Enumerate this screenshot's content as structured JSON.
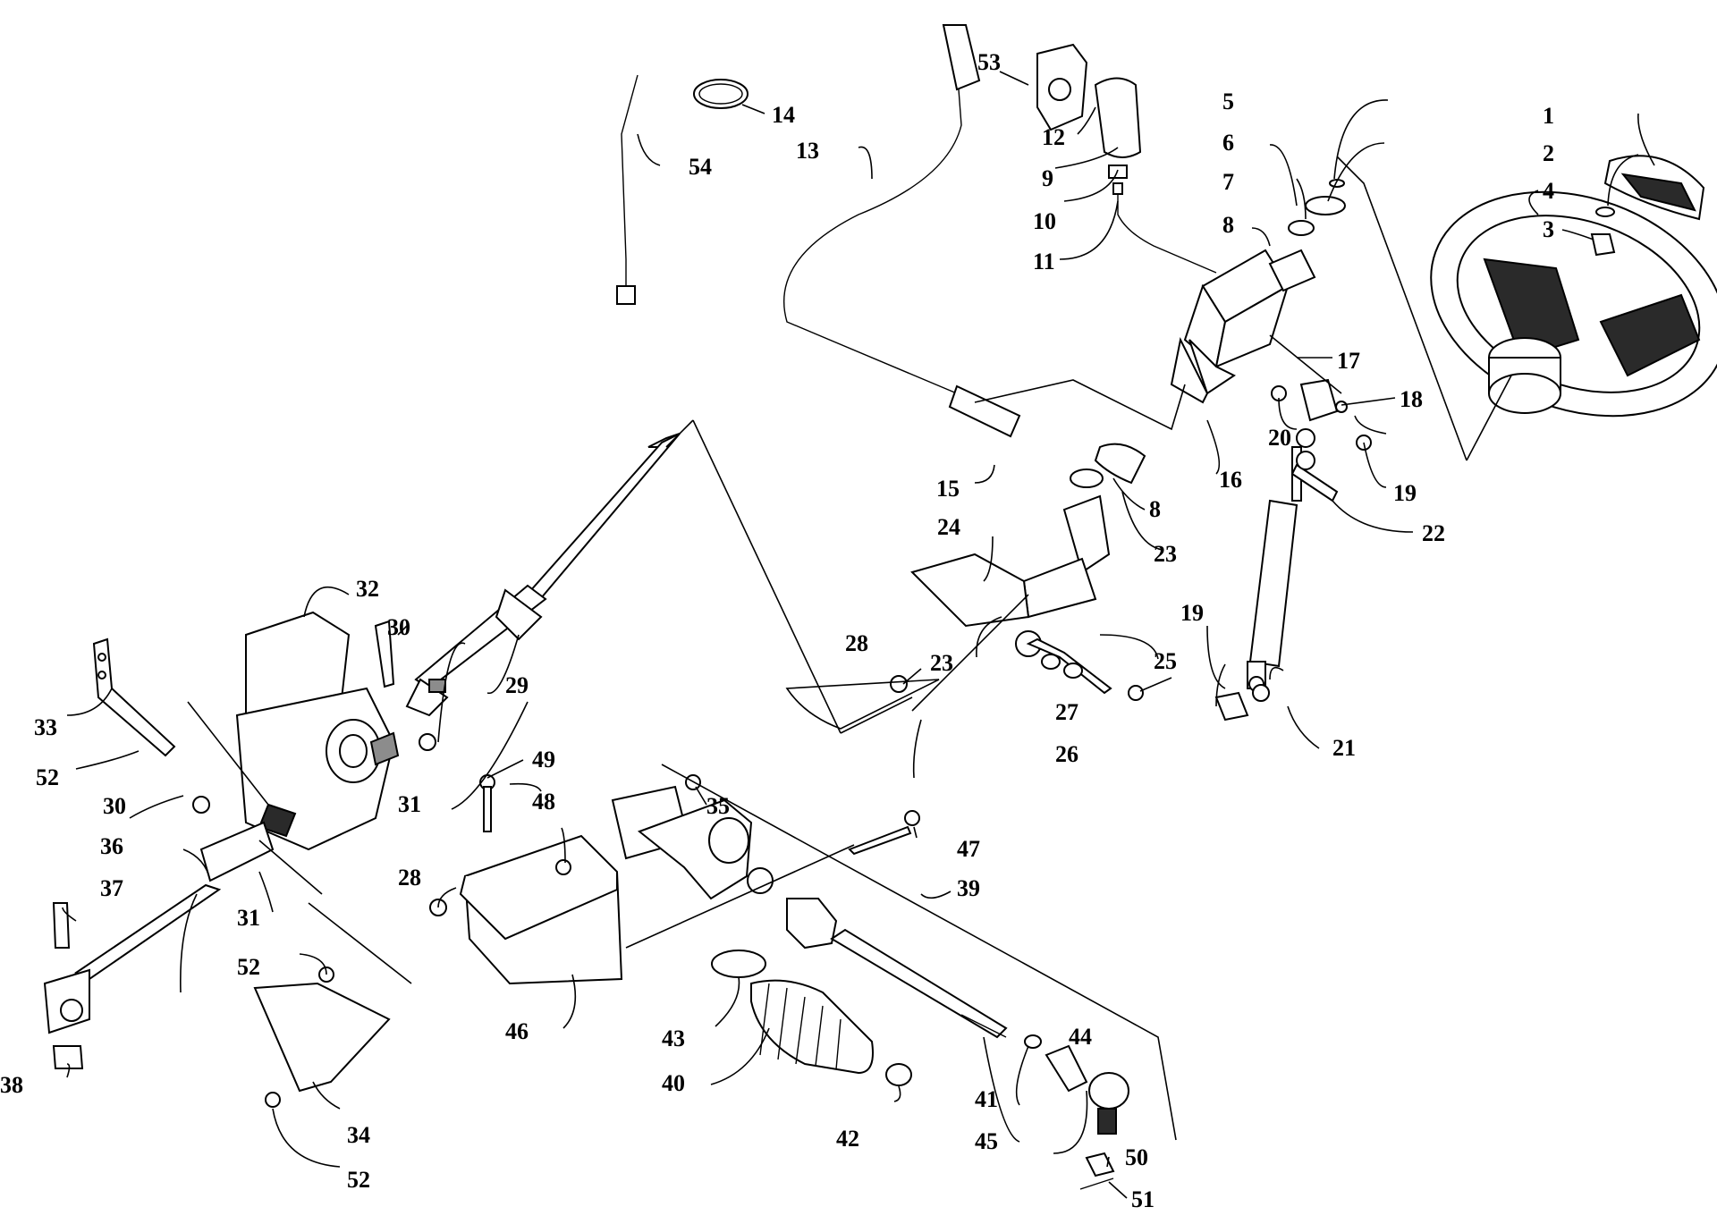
{
  "labels": {
    "p1": "1",
    "p2": "2",
    "p3": "3",
    "p4": "4",
    "p5": "5",
    "p6": "6",
    "p7": "7",
    "p8a": "8",
    "p8b": "8",
    "p9": "9",
    "p10": "10",
    "p11": "11",
    "p12": "12",
    "p13": "13",
    "p14": "14",
    "p15": "15",
    "p16": "16",
    "p17": "17",
    "p18": "18",
    "p19a": "19",
    "p19b": "19",
    "p20": "20",
    "p21": "21",
    "p22": "22",
    "p23a": "23",
    "p23b": "23",
    "p24": "24",
    "p25": "25",
    "p26": "26",
    "p27": "27",
    "p28a": "28",
    "p28b": "28",
    "p29": "29",
    "p30a": "30",
    "p30b": "30",
    "p31a": "31",
    "p31b": "31",
    "p32": "32",
    "p33": "33",
    "p34": "34",
    "p35": "35",
    "p36": "36",
    "p37": "37",
    "p38": "38",
    "p39": "39",
    "p40": "40",
    "p41": "41",
    "p42": "42",
    "p43": "43",
    "p44": "44",
    "p45": "45",
    "p46": "46",
    "p47": "47",
    "p48": "48",
    "p49": "49",
    "p50": "50",
    "p51": "51",
    "p52a": "52",
    "p52b": "52",
    "p52c": "52",
    "p53": "53",
    "p54": "54"
  },
  "icons": {
    "steering-wheel": "steering-wheel-icon",
    "column": "steering-column-icon",
    "gear-unit": "power-steering-unit-icon",
    "rack": "steering-rack-icon"
  }
}
